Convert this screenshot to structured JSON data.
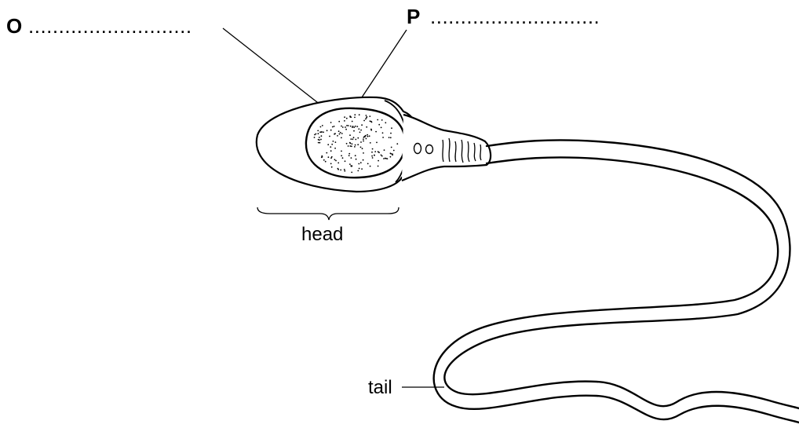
{
  "labels": {
    "o_letter": "O",
    "o_blank": "...........................",
    "p_letter": "P",
    "p_blank": "............................",
    "head": "head",
    "tail": "tail"
  },
  "colors": {
    "line": "#000000",
    "background": "#ffffff"
  }
}
